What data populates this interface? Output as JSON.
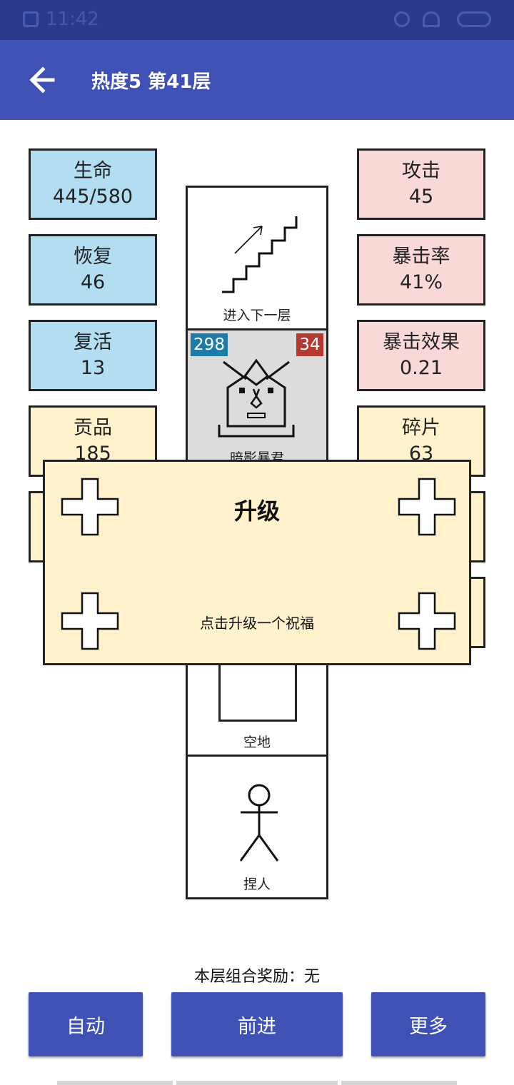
{
  "status_bar": {
    "time": "11:42"
  },
  "app_bar": {
    "title": "热度5 第41层"
  },
  "stats_left": [
    {
      "label": "生命",
      "value": "445/580",
      "color": "blue"
    },
    {
      "label": "恢复",
      "value": "46",
      "color": "blue"
    },
    {
      "label": "复活",
      "value": "13",
      "color": "blue"
    },
    {
      "label": "贡品",
      "value": "185",
      "color": "yellow"
    }
  ],
  "stats_right": [
    {
      "label": "攻击",
      "value": "45",
      "color": "pink"
    },
    {
      "label": "暴击率",
      "value": "41%",
      "color": "pink"
    },
    {
      "label": "暴击效果",
      "value": "0.21",
      "color": "pink"
    },
    {
      "label": "碎片",
      "value": "63",
      "color": "yellow"
    }
  ],
  "tower": {
    "stairs_label": "进入下一层",
    "enemy": {
      "name": "暗影暴君",
      "hp": "298",
      "attack": "34"
    },
    "empty_label": "空地",
    "npc_label": "捏人"
  },
  "modal": {
    "title": "升级",
    "hint": "点击升级一个祝福"
  },
  "combo_bonus": "本层组合奖励：无",
  "buttons": {
    "auto": "自动",
    "advance": "前进",
    "more": "更多"
  },
  "colors": {
    "primary": "#3f51b5",
    "status_bar": "#2c3a8c",
    "stat_blue": "#b3def1",
    "stat_pink": "#f8d9d7",
    "stat_yellow": "#fff2cc",
    "hp_badge": "#1e7aa6",
    "atk_badge": "#b23a31"
  }
}
